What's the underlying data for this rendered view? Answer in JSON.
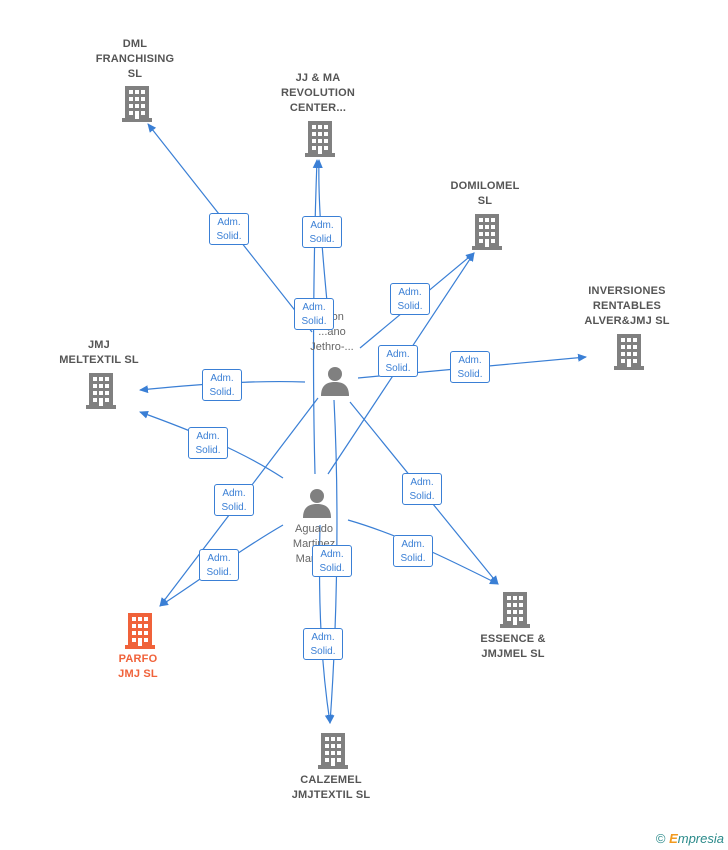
{
  "colors": {
    "edge": "#3a7fd5",
    "company": "#808080",
    "highlight": "#f0623a",
    "person": "#808080"
  },
  "companies": [
    {
      "id": "dml",
      "label": "DML\nFRANCHISING\nSL",
      "icon": "building-icon",
      "highlight": false
    },
    {
      "id": "jjma",
      "label": "JJ & MA\nREVOLUTION\nCENTER...",
      "icon": "building-icon",
      "highlight": false
    },
    {
      "id": "domilomel",
      "label": "DOMILOMEL\nSL",
      "icon": "building-icon",
      "highlight": false
    },
    {
      "id": "inversiones",
      "label": "INVERSIONES\nRENTABLES\nALVER&JMJ  SL",
      "icon": "building-icon",
      "highlight": false
    },
    {
      "id": "meltextil",
      "label": "JMJ\nMELTEXTIL  SL",
      "icon": "building-icon",
      "highlight": false
    },
    {
      "id": "parfo",
      "label": "PARFO\nJMJ  SL",
      "icon": "building-icon",
      "highlight": true
    },
    {
      "id": "essence",
      "label": "ESSENCE &\nJMJMEL  SL",
      "icon": "building-icon",
      "highlight": false
    },
    {
      "id": "calzemel",
      "label": "CALZEMEL\nJMJTEXTIL  SL",
      "icon": "building-icon",
      "highlight": false
    }
  ],
  "persons": [
    {
      "id": "p1",
      "label": "...jon\n...ano\nJethro-...",
      "icon": "person-icon"
    },
    {
      "id": "p2",
      "label": "Aguado\nMartinez\nMaria...",
      "icon": "person-icon"
    }
  ],
  "edge_label": "Adm.\nSolid.",
  "edges": [
    {
      "from": "p1",
      "to": "dml"
    },
    {
      "from": "p1",
      "to": "jjma"
    },
    {
      "from": "p1",
      "to": "domilomel"
    },
    {
      "from": "p1",
      "to": "inversiones"
    },
    {
      "from": "p1",
      "to": "meltextil"
    },
    {
      "from": "p1",
      "to": "parfo"
    },
    {
      "from": "p1",
      "to": "essence"
    },
    {
      "from": "p1",
      "to": "calzemel"
    },
    {
      "from": "p2",
      "to": "jjma"
    },
    {
      "from": "p2",
      "to": "domilomel"
    },
    {
      "from": "p2",
      "to": "meltextil"
    },
    {
      "from": "p2",
      "to": "parfo"
    },
    {
      "from": "p2",
      "to": "essence"
    },
    {
      "from": "p2",
      "to": "calzemel"
    }
  ],
  "brand": {
    "copyright": "©",
    "first": "E",
    "rest": "mpresia"
  }
}
